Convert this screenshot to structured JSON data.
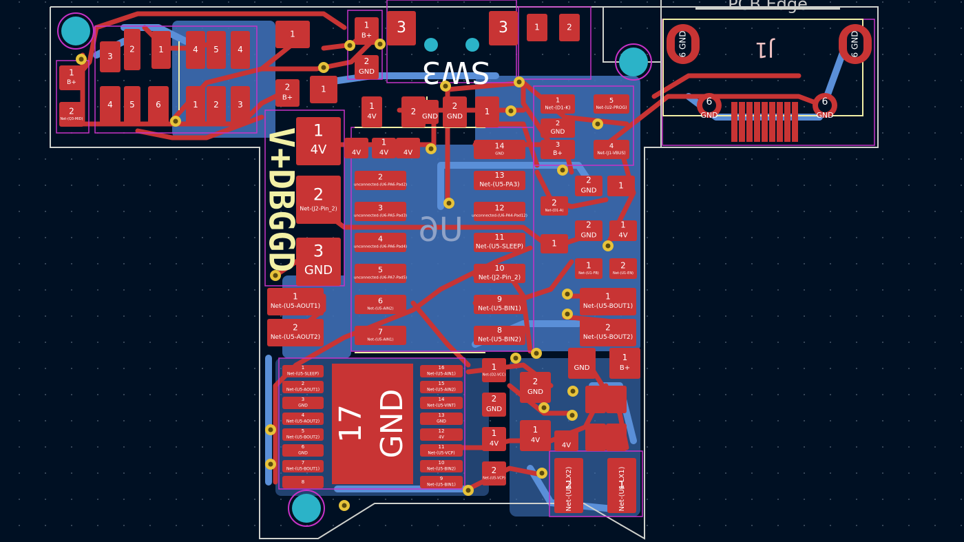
{
  "board": {
    "edge_label": "PCB Edge",
    "silkscreen_vertical": "V+DBGGD",
    "u6_ref": "U6",
    "sw3_ref": "SW3",
    "j1_ref": "J1",
    "pad_17_num": "17",
    "pad_17_net": "GND"
  },
  "colors": {
    "background": "#001023",
    "front_copper": "#c83434",
    "back_copper": "#4d7fc4",
    "silkscreen": "#f2f0a6",
    "courtyard": "#c832c8",
    "edge_cuts": "#d0d2cd",
    "via": "#e8c33a",
    "hole": "#2bb3c8"
  },
  "connector_j2": [
    {
      "num": "1",
      "net": "4V"
    },
    {
      "num": "2",
      "net": "Net-(J2-Pin_2)"
    },
    {
      "num": "3",
      "net": "GND"
    }
  ],
  "u6_left_pads": [
    {
      "num": "2",
      "net": "unconnected-(U6-PA6-Pad2)"
    },
    {
      "num": "3",
      "net": "unconnected-(U6-PA5-Pad3)"
    },
    {
      "num": "4",
      "net": "unconnected-(U6-PA6-Pad4)"
    },
    {
      "num": "5",
      "net": "unconnected-(U6-PA7-Pad5)"
    },
    {
      "num": "6",
      "net": "Net-(U5-AIN2)"
    },
    {
      "num": "7",
      "net": "Net-(U5-AIN1)"
    }
  ],
  "u6_right_pads": [
    {
      "num": "14",
      "net": "GND"
    },
    {
      "num": "13",
      "net": "Net-(U5-PA3)"
    },
    {
      "num": "12",
      "net": "unconnected-(U6-PA4-Pad12)"
    },
    {
      "num": "11",
      "net": "Net-(U5-SLEEP)"
    },
    {
      "num": "10",
      "net": "Net-(J2-Pin_2)"
    },
    {
      "num": "9",
      "net": "Net-(U5-BIN1)"
    },
    {
      "num": "8",
      "net": "Net-(U5-BIN2)"
    }
  ],
  "u5_left_pads": [
    {
      "num": "1",
      "net": "Net-(U5-SLEEP)"
    },
    {
      "num": "2",
      "net": "Net-(U5-AOUT1)"
    },
    {
      "num": "3",
      "net": "GND"
    },
    {
      "num": "4",
      "net": "Net-(U5-AOUT2)"
    },
    {
      "num": "5",
      "net": "Net-(U5-BOUT2)"
    },
    {
      "num": "6",
      "net": "GND"
    },
    {
      "num": "7",
      "net": "Net-(U5-BOUT1)"
    },
    {
      "num": "8",
      "net": ""
    }
  ],
  "u5_right_pads": [
    {
      "num": "16",
      "net": "Net-(U5-AIN1)"
    },
    {
      "num": "15",
      "net": "Net-(U5-AIN2)"
    },
    {
      "num": "14",
      "net": "Net-(U5-VINT)"
    },
    {
      "num": "13",
      "net": "GND"
    },
    {
      "num": "12",
      "net": "4V"
    },
    {
      "num": "11",
      "net": "Net-(U5-VCP)"
    },
    {
      "num": "10",
      "net": "Net-(U5-BIN2)"
    },
    {
      "num": "9",
      "net": "Net-(U5-BIN1)"
    }
  ],
  "motor_a_pads": [
    {
      "num": "1",
      "net": "Net-(U5-AOUT1)"
    },
    {
      "num": "2",
      "net": "Net-(U5-AOUT2)"
    }
  ],
  "motor_b_pads": [
    {
      "num": "1",
      "net": "Net-(U5-BOUT1)"
    },
    {
      "num": "2",
      "net": "Net-(U5-BOUT2)"
    }
  ],
  "d1_pads": [
    {
      "num": "1",
      "net": "Net-(D1-K)"
    },
    {
      "num": "2",
      "net": "GND"
    },
    {
      "num": "3",
      "net": "B+"
    },
    {
      "num": "4",
      "net": "Net-(J1-VBUS)"
    },
    {
      "num": "5",
      "net": "Net-(U2-PROG)"
    }
  ],
  "u1_pads": [
    {
      "num": "2",
      "net": "Net-(U1-LX2)"
    },
    {
      "num": "1",
      "net": "Net-(U1-LX1)"
    }
  ],
  "usb_j1": [
    {
      "num": "6",
      "net": "GND"
    },
    {
      "num": "6",
      "net": "GND"
    },
    {
      "num": "6",
      "net": "GND"
    },
    {
      "num": "6",
      "net": "GND"
    }
  ],
  "sw3_pads": [
    {
      "num": "3",
      "net": ""
    },
    {
      "num": "3",
      "net": ""
    }
  ],
  "small_labels": {
    "top_left_pad_1": "B+",
    "top_left_pad_2": "Net-(Q3-MID)",
    "gnd": "GND",
    "bplus": "B+",
    "v4": "4V",
    "net_d1_a": "Net-(D1-A)",
    "net_u1_fb": "Net-(U1-FB)",
    "net_u1_en": "Net-(U1-EN)",
    "net_d2_vcc": "Net-(D2-VCC)",
    "net_u5_vcp": "Net-(U5-VCP)"
  }
}
